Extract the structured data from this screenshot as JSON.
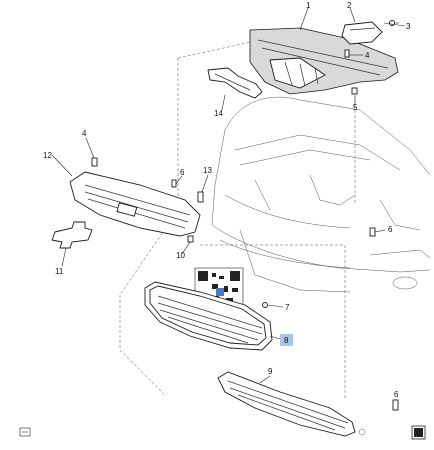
{
  "callouts": {
    "c1": "1",
    "c2": "2",
    "c3": "3",
    "c4a": "4",
    "c4b": "4",
    "c5": "5",
    "c6a": "6",
    "c6b": "6",
    "c6c": "6",
    "c7": "7",
    "c8": "8",
    "c9": "9",
    "c10": "10",
    "c11": "11",
    "c12": "12",
    "c13": "13",
    "c14": "14"
  },
  "highlight_color": "#a9c4e8",
  "line_color": "#222222"
}
